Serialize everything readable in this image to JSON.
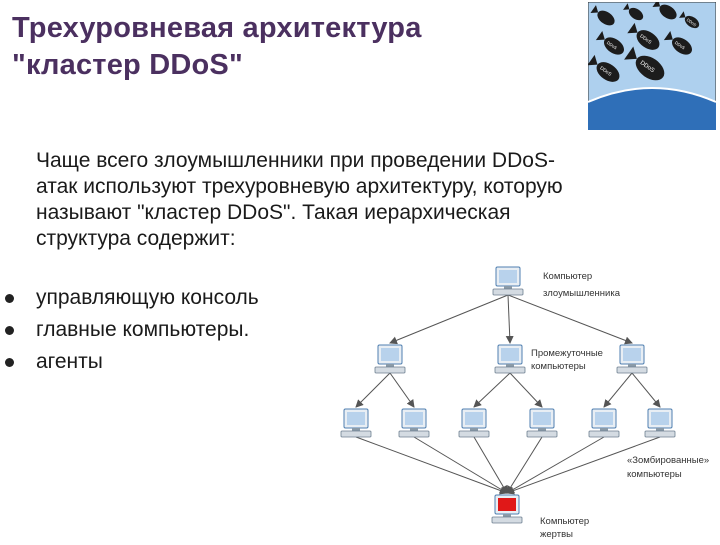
{
  "slide": {
    "title_lines": [
      "Трехуровневая архитектура",
      "\"кластер DDoS\""
    ],
    "intro_lines": [
      "Чаще всего злоумышленники при проведении DDoS-",
      "атак используют трехуровневую архитектуру, которую",
      "называют \"кластер DDoS\". Такая иерархическая",
      "структура содержит:"
    ],
    "bullets": [
      "управляющую консоль",
      "главные компьютеры.",
      "агенты"
    ]
  },
  "bomb_image": {
    "bomb_labels": [
      "DDoS",
      "DDoS",
      "DDoS",
      "DDoS",
      "DDoS",
      "DDoS"
    ]
  },
  "diagram": {
    "labels": {
      "attacker": [
        "Компьютер",
        "злоумышленника"
      ],
      "masters": [
        "Промежуточные",
        "компьютеры"
      ],
      "zombies": [
        "«Зомбированные»",
        "компьютеры"
      ],
      "victim": [
        "Компьютер",
        "жертвы"
      ]
    },
    "colors": {
      "screen": "#b8d2ec",
      "screen_edge": "#4f7fb0",
      "victim_screen": "#e01818",
      "arrow": "#555555"
    }
  }
}
